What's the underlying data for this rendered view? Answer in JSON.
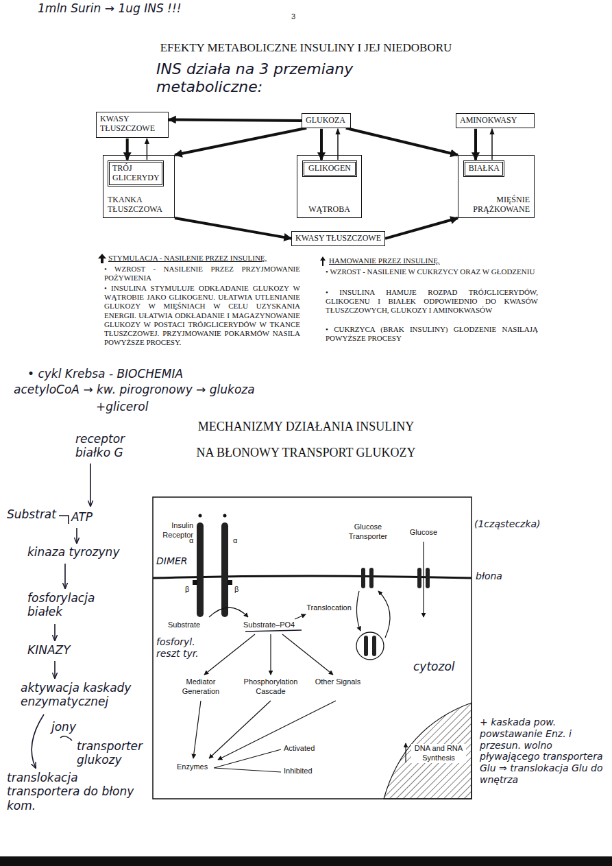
{
  "diagram": {
    "title": "EFEKTY METABOLICZNE INSULINY I JEJ NIEDOBORU",
    "nodes": [
      {
        "text": [
          "KWASY TŁUSZCZOWE"
        ]
      },
      {
        "text": [
          "GLUKOZA"
        ]
      },
      {
        "text": [
          "AMINOKWASY"
        ]
      },
      {
        "text": [
          "TKANKA TŁUSZCZOWA"
        ]
      },
      {
        "text": [
          "TRÓJ GLICERYDY"
        ],
        "in": 3
      },
      {
        "text": [
          "WĄTROBA"
        ]
      },
      {
        "text": [
          "GLIKOGEN"
        ],
        "in": 5
      },
      {
        "text": [
          "MIĘŚNIE PRĄŻKOWANE"
        ]
      },
      {
        "text": [
          "BIAŁKA"
        ],
        "in": 7
      },
      {
        "text": [
          "KWASY TŁUSZCZOWE"
        ]
      }
    ],
    "edges": [
      {
        "from": 0,
        "to": 4,
        "arrow": "to"
      },
      {
        "from": 4,
        "to": 0,
        "arrow": "to"
      },
      {
        "from": 1,
        "to": 6,
        "arrow": "to"
      },
      {
        "from": 6,
        "to": 1,
        "arrow": "to"
      },
      {
        "from": 2,
        "to": 8,
        "arrow": "to"
      },
      {
        "from": 8,
        "to": 2,
        "arrow": "to"
      },
      {
        "from": 1,
        "to": 0,
        "arrow": "to"
      },
      {
        "from": 1,
        "to": 3,
        "arrow": "to"
      },
      {
        "from": 1,
        "to": 7,
        "arrow": "to"
      },
      {
        "from": 3,
        "to": 9,
        "arrow": "to"
      },
      {
        "from": 9,
        "to": 7,
        "arrow": "to"
      }
    ],
    "labels": [
      "1mln Surin → 1ug INS !!!",
      "3",
      "INS działa na 3 przemiany metaboliczne:",
      "• WZROST - NASILENIE PRZEZ PRZYJMOWANIE POŻYWIENIA",
      "• INSULINA STYMULUJE ODKŁADANIE GLUKOZY W WĄTROBIE JAKO GLIKOGENU. UŁATWIA UTLENIANIE GLUKOZY W MIĘŚNIACH W CELU UZYSKANIA ENERGII. UŁATWIA ODKŁADANIE I MAGAZYNOWANIE GLUKOZY W POSTACI TRÓJGLICERYDÓW W TKANCE TŁUSZCZOWEJ. PRZYJMOWANIE POKARMÓW NASILA POWYŻSZE PROCESY.",
      "• WZROST - NASILENIE W CUKRZYCY ORAZ W GŁODZENIU",
      "• INSULINA HAMUJE ROZPAD TRÓJGLICERYDÓW, GLIKOGENU I BIAŁEK ODPOWIEDNIO DO KWASÓW TŁUSZCZOWYCH, GLUKOZY I AMINOKWASÓW",
      "• CUKRZYCA (BRAK INSULINY) GŁODZENIE NASILAJĄ POWYŻSZE PROCESY",
      "• cykl Krebsa - BIOCHEMIA",
      "acetyloCoA → kw. pirogronowy → glukoza",
      "+glicerol",
      "MECHANIZMY DZIAŁANIA INSULINY",
      "NA BŁONOWY TRANSPORT GLUKOZY",
      "Insulin Receptor",
      "α",
      "α",
      "β",
      "β",
      "DIMER",
      "Glucose Transporter",
      "Glucose",
      "(1cząsteczka)",
      "błona",
      "Translocation",
      "Substrate",
      "Substrate–PO4",
      "fosforyl. reszt tyr.",
      "Mediator Generation",
      "Phosphorylation Cascade",
      "Other Signals",
      "cytozol",
      "Enzymes",
      "Activated",
      "Inhibited",
      "DNA and RNA Synthesis",
      "receptor białko G",
      "Substrat",
      "ATP",
      "kinaza tyrozyny",
      "fosforylacja białek",
      "KINAZY",
      "aktywacja kaskady enzymatycznej",
      "jony",
      "transporter glukozy",
      "translokacja transportera do błony kom.",
      "+ kaskada pow. powstawanie Enz. i przesun. wolno pływającego transportera Glu ⇒ translokacja Glu do wnętrza"
    ],
    "legend": [
      {
        "text": "STYMULACJA - NASILENIE PRZEZ INSULINĘ,"
      },
      {
        "text": "HAMOWANIE PRZEZ INSULINĘ,"
      }
    ]
  }
}
